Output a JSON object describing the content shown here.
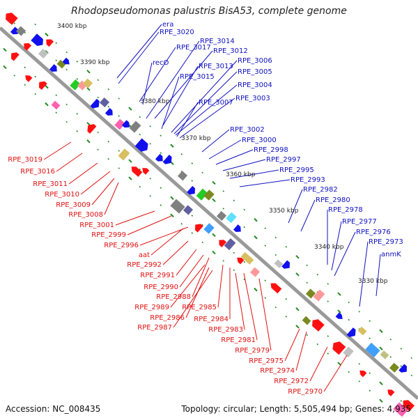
{
  "title": "Rhodopseudomonas palustris BisA53, complete genome",
  "footer": {
    "accession": "Accession: NC_008435",
    "summary": "Topology: circular; Length: 5,505,494 bp; Genes: 4,935"
  },
  "colors": {
    "forward_label": "#1010c0",
    "reverse_label": "#e01010",
    "backbone": "#888888",
    "tick": "#228b22"
  },
  "scale_ticks": [
    "3400 kbp",
    "3390 kbp",
    "3380 kbp",
    "3370 kbp",
    "3360 kbp",
    "3350 kbp",
    "3340 kbp",
    "3330 kbp"
  ],
  "forward_labels": [
    "era",
    "RPE_3020",
    "RPE_3017",
    "recO",
    "RPE_3014",
    "RPE_3012",
    "RPE_3013",
    "RPE_3015",
    "RPE_3006",
    "RPE_3005",
    "RPE_3004",
    "RPE_3007",
    "RPE_3003",
    "RPE_3002",
    "RPE_3000",
    "RPE_2998",
    "RPE_2997",
    "RPE_2995",
    "RPE_2993",
    "RPE_2982",
    "RPE_2980",
    "RPE_2978",
    "RPE_2977",
    "RPE_2976",
    "RPE_2973",
    "anmK"
  ],
  "reverse_labels": [
    "RPE_3019",
    "RPE_3016",
    "RPE_3011",
    "RPE_3010",
    "RPE_3009",
    "RPE_3008",
    "RPE_3001",
    "RPE_2999",
    "RPE_2996",
    "aat",
    "RPE_2992",
    "RPE_2991",
    "RPE_2990",
    "RPE_2988",
    "RPE_2989",
    "RPE_2985",
    "RPE_2986",
    "RPE_2984",
    "RPE_2987",
    "RPE_2983",
    "RPE_2981",
    "RPE_2979",
    "RPE_2975",
    "RPE_2974",
    "RPE_2972",
    "RPE_2970"
  ]
}
